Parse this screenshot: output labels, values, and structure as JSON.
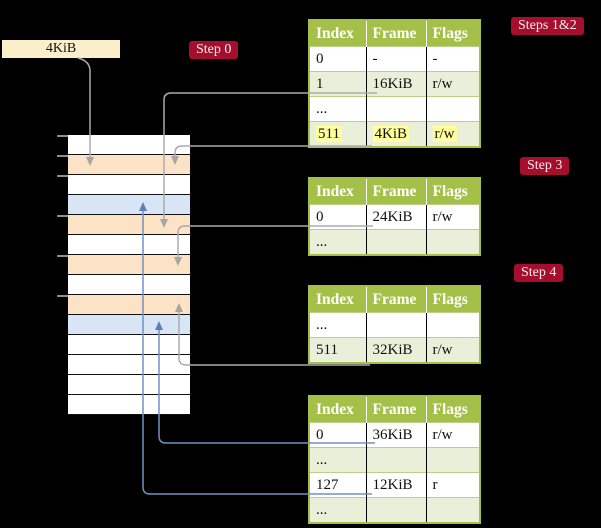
{
  "colors": {
    "background": "#000000",
    "accent_red": "#a50f2d",
    "legend_cream": "#faeecb",
    "table_header_green": "#a5c048",
    "table_row_green": "#eaefd9",
    "highlight_yellow": "#ffff9c",
    "frame_free": "#ffffff",
    "frame_page_table": "#fce3c5",
    "frame_data": "#d8e5f4",
    "connector_gray": "#ababab",
    "connector_blue": "#7191c2"
  },
  "legend_box": {
    "label": "4KiB"
  },
  "step_labels": {
    "step0": "Step 0",
    "steps12": "Steps 1&2",
    "step3": "Step 3",
    "step4": "Step 4"
  },
  "memory_strip": {
    "rows": [
      {
        "type": "free"
      },
      {
        "type": "pagetable"
      },
      {
        "type": "free"
      },
      {
        "type": "data"
      },
      {
        "type": "pagetable"
      },
      {
        "type": "free"
      },
      {
        "type": "pagetable"
      },
      {
        "type": "free"
      },
      {
        "type": "pagetable"
      },
      {
        "type": "data"
      },
      {
        "type": "free"
      },
      {
        "type": "free"
      },
      {
        "type": "free"
      },
      {
        "type": "free"
      }
    ]
  },
  "tables": [
    {
      "name": "page-table-steps-1-2",
      "headers": [
        "Index",
        "Frame",
        "Flags"
      ],
      "rows": [
        {
          "cells": [
            "0",
            "-",
            "-"
          ],
          "highlight": false
        },
        {
          "cells": [
            "1",
            "16KiB",
            "r/w"
          ],
          "highlight": false
        },
        {
          "cells": [
            "...",
            "",
            ""
          ],
          "highlight": false
        },
        {
          "cells": [
            "511",
            "4KiB",
            "r/w"
          ],
          "highlight": true
        }
      ]
    },
    {
      "name": "page-table-step-3",
      "headers": [
        "Index",
        "Frame",
        "Flags"
      ],
      "rows": [
        {
          "cells": [
            "0",
            "24KiB",
            "r/w"
          ],
          "highlight": false
        },
        {
          "cells": [
            "...",
            "",
            ""
          ],
          "highlight": false
        }
      ]
    },
    {
      "name": "page-table-step-4",
      "headers": [
        "Index",
        "Frame",
        "Flags"
      ],
      "rows": [
        {
          "cells": [
            "...",
            "",
            ""
          ],
          "highlight": false
        },
        {
          "cells": [
            "511",
            "32KiB",
            "r/w"
          ],
          "highlight": false
        }
      ]
    },
    {
      "name": "page-table-leaf",
      "headers": [
        "Index",
        "Frame",
        "Flags"
      ],
      "rows": [
        {
          "cells": [
            "0",
            "36KiB",
            "r/w"
          ],
          "highlight": false
        },
        {
          "cells": [
            "...",
            "",
            ""
          ],
          "highlight": false
        },
        {
          "cells": [
            "127",
            "12KiB",
            "r"
          ],
          "highlight": false
        },
        {
          "cells": [
            "...",
            "",
            ""
          ],
          "highlight": false
        }
      ]
    }
  ],
  "connectors": [
    {
      "from": "4KiB legend box",
      "to": "frame at 4KiB",
      "color": "gray"
    },
    {
      "from": "table steps-1-2 row 1 (16KiB)",
      "to": "frame at 16KiB",
      "color": "gray"
    },
    {
      "from": "table steps-1-2 row 511 (4KiB)",
      "to": "frame at 4KiB",
      "color": "gray"
    },
    {
      "from": "table step-3 row 0 (24KiB)",
      "to": "frame at 24KiB",
      "color": "gray"
    },
    {
      "from": "table step-4 row 511 (32KiB)",
      "to": "frame at 32KiB",
      "color": "gray"
    },
    {
      "from": "leaf table row 0 (36KiB)",
      "to": "frame at 36KiB",
      "color": "blue"
    },
    {
      "from": "leaf table row 127 (12KiB)",
      "to": "frame at 12KiB",
      "color": "blue"
    }
  ]
}
